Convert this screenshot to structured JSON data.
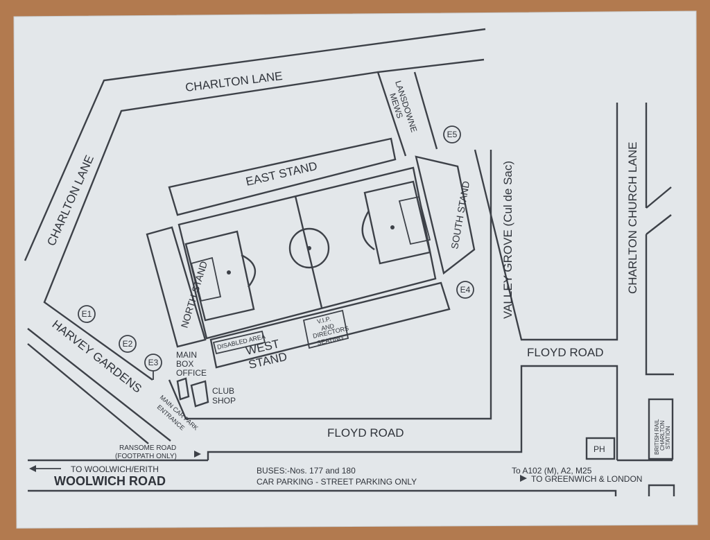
{
  "roads": {
    "charlton_lane_top": "CHARLTON LANE",
    "charlton_lane_left": "CHARLTON LANE",
    "lansdowne_line1": "LANSDOWNE",
    "lansdowne_line2": "MEWS",
    "valley_grove": "VALLEY GROVE (Cul de Sac)",
    "charlton_church_lane": "CHARLTON CHURCH LANE",
    "harvey_gardens": "HARVEY GARDENS",
    "floyd_road_right": "FLOYD ROAD",
    "floyd_road_bottom": "FLOYD ROAD",
    "woolwich_road": "WOOLWICH ROAD"
  },
  "stands": {
    "east": "EAST STAND",
    "south": "SOUTH STAND",
    "north": "NORTH STAND",
    "west_line1": "WEST",
    "west_line2": "STAND",
    "disabled_area": "DISABLED AREA",
    "vip_line1": "V.I.P.",
    "vip_line2": "AND",
    "vip_line3": "DIRECTORS",
    "vip_line4": "SEATING"
  },
  "entrances": [
    "E1",
    "E2",
    "E3",
    "E4",
    "E5"
  ],
  "facilities": {
    "main_box_office_line1": "MAIN",
    "main_box_office_line2": "BOX",
    "main_box_office_line3": "OFFICE",
    "club_shop_line1": "CLUB",
    "club_shop_line2": "SHOP",
    "car_park_line1": "MAIN CAR PARK",
    "car_park_line2": "ENTRANCE",
    "ransome_line1": "RANSOME ROAD",
    "ransome_line2": "(FOOTPATH ONLY)",
    "pub": "PH",
    "station_line1": "BRITISH RAIL",
    "station_line2": "CHARLTON",
    "station_line3": "STATION"
  },
  "directions": {
    "woolwich_erith": "TO WOOLWICH/ERITH",
    "a102": "To A102 (M), A2, M25",
    "greenwich_london": "TO GREENWICH & LONDON"
  },
  "notes": {
    "buses": "BUSES:-Nos. 177 and 180",
    "parking": "CAR PARKING - STREET PARKING ONLY"
  },
  "colors": {
    "paper": "#e3e7ea",
    "ink": "#3d4148",
    "background": "#b27a4f"
  }
}
